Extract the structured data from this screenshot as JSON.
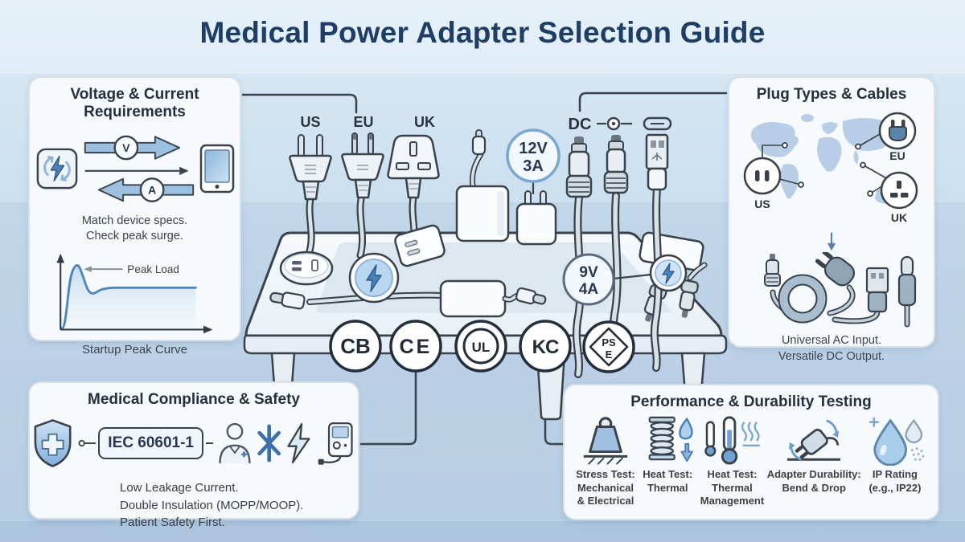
{
  "title": "Medical Power Adapter Selection Guide",
  "colors": {
    "background": "#cfe0ef",
    "panel": "#f6fafc",
    "navy": "#1f3e66",
    "heading": "#262f3c",
    "body_text": "#3c434c",
    "outline": "#39414b",
    "accent_blue": "#4a82bc",
    "light_blue": "#b9d7f1"
  },
  "panels": {
    "voltage": {
      "title_line1": "Voltage & Current",
      "title_line2": "Requirements",
      "adapter_icon": "power-adapter-icon",
      "device_icon": "tablet-icon",
      "v_label": "V",
      "a_label": "A",
      "note_line1": "Match device specs.",
      "note_line2": "Check peak surge.",
      "chart": {
        "type": "area",
        "peak_label": "Peak Load",
        "caption": "Startup Peak Curve"
      }
    },
    "plugs": {
      "title": "Plug Types & Cables",
      "map_icon": "world-map",
      "labels": {
        "us": "US",
        "eu": "EU",
        "uk": "UK"
      },
      "note_line1": "Universal AC Input.",
      "note_line2": "Versatile DC Output."
    },
    "compliance": {
      "title": "Medical Compliance & Safety",
      "shield_icon": "medical-shield-icon",
      "standard": "IEC 60601-1",
      "person_icon": "clinician-icon",
      "asterisk_icon": "asterisk-icon",
      "bolt_icon": "lightning-icon",
      "device_icon": "medical-device-icon",
      "note_line1": "Low Leakage Current.",
      "note_line2": "Double Insulation (MOPP/MOOP).",
      "note_line3": "Patient Safety First."
    },
    "testing": {
      "title": "Performance & Durability Testing",
      "items": [
        {
          "icon": "weight-icon",
          "lines": [
            "Stress Test:",
            "Mechanical",
            "& Electrical"
          ]
        },
        {
          "icon": "spring-flame-icon",
          "lines": [
            "Heat Test:",
            "Thermal"
          ]
        },
        {
          "icon": "thermometer-icon",
          "lines": [
            "Heat Test:",
            "Thermal",
            "Management"
          ]
        },
        {
          "icon": "plug-bend-icon",
          "lines": [
            "Adapter Durability:",
            "Bend & Drop"
          ]
        },
        {
          "icon": "water-drop-icon",
          "lines": [
            "IP Rating",
            "(e.g., IP22)"
          ]
        }
      ]
    }
  },
  "scene": {
    "plug_labels": {
      "us": "US",
      "eu": "EU",
      "uk": "UK"
    },
    "dc_label": "DC",
    "badge_top": {
      "line1": "12V",
      "line2": "3A"
    },
    "badge_mid": {
      "line1": "9V",
      "line2": "4A"
    },
    "certs": {
      "cb": "CB",
      "ce": "CE",
      "ul": "UL",
      "kc": "KC",
      "pse_line1": "PS",
      "pse_line2": "E"
    }
  }
}
